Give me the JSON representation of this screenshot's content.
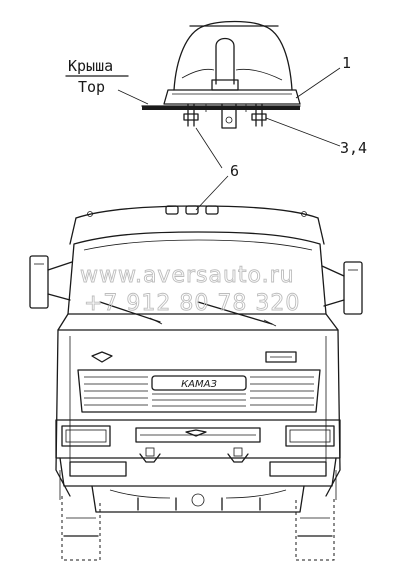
{
  "labels": {
    "roof_ru": "Крыша",
    "roof_en": "Top",
    "callout_1": "1",
    "callout_34": "3,4",
    "callout_6": "6"
  },
  "watermark": {
    "site": "www.aversauto.ru",
    "phone": "+7 912 80 78 320"
  },
  "badge_text": "КАМАЗ"
}
